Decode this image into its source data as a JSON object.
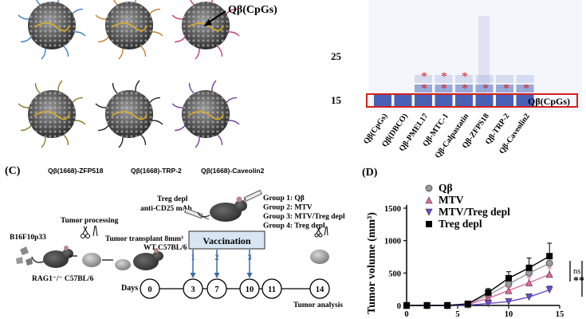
{
  "panel_a": {
    "top_label": "Qβ(CpGs)",
    "particles": [
      {
        "label": "Qβ(1668)-ZFP518",
        "color": "#8a7a2a"
      },
      {
        "label": "Qβ(1668)-TRP-2",
        "color": "#222222"
      },
      {
        "label": "Qβ(1668)-Caveolin2",
        "color": "#7a3a9a"
      }
    ],
    "top_particle_colors": [
      "#3a7fc4",
      "#c87a2a",
      "#c83a6a"
    ]
  },
  "panel_b": {
    "markers": [
      "25",
      "15"
    ],
    "band_label": "Qβ(CpGs)",
    "lanes": [
      "Qβ(CpGs)",
      "Qβ(DBCO)",
      "Qβ-PMEL17",
      "Qβ-MTC-1",
      "Qβ-Calpastatin",
      "Qβ-ZFPS18",
      "Qβ-TRP-2",
      "Qβ-Caveolin2"
    ],
    "star": "*"
  },
  "panel_c": {
    "letter": "(C)",
    "mouse1": "B16F10p33",
    "mouse1_strain": "RAG1⁻/⁻ C57BL/6",
    "processing": "Tumor processing",
    "transplant": "Tumor transplant 8mm³",
    "wt_strain": "WT C57BL/6",
    "treg_title": "Treg depl",
    "treg_sub": "anti-CD25 mAb",
    "groups": [
      "Group 1: Qβ",
      "Group 2: MTV",
      "Group 3: MTV/Treg depl",
      "Group 4: Treg depl"
    ],
    "vaccination": "Vaccination",
    "vax_numbers": [
      "1",
      "2",
      "3"
    ],
    "days_label": "Days",
    "days": [
      "0",
      "3",
      "7",
      "10",
      "11",
      "14"
    ],
    "analysis": "Tumor analysis"
  },
  "panel_d": {
    "letter": "(D)",
    "ns": "ns",
    "sig": "**",
    "chart_data": {
      "type": "line",
      "ylabel": "Tumor volume (mm³)",
      "yticks": [
        "1500",
        "1000",
        "500",
        "0"
      ],
      "xticks": [
        "0",
        "5",
        "10",
        "15"
      ],
      "xlim": [
        0,
        15
      ],
      "ylim": [
        0,
        1500
      ],
      "series": [
        {
          "name": "Qβ",
          "color": "#9a9a9a",
          "marker": "circle",
          "x": [
            0,
            2,
            4,
            6,
            8,
            10,
            12,
            14
          ],
          "y": [
            0,
            0,
            0,
            20,
            160,
            330,
            500,
            650
          ],
          "err": [
            0,
            0,
            0,
            10,
            40,
            70,
            110,
            140
          ]
        },
        {
          "name": "MTV",
          "color": "#e06aa0",
          "marker": "triangle-up",
          "x": [
            0,
            2,
            4,
            6,
            8,
            10,
            12,
            14
          ],
          "y": [
            0,
            0,
            0,
            15,
            110,
            230,
            350,
            480
          ],
          "err": [
            0,
            0,
            0,
            8,
            30,
            50,
            80,
            100
          ]
        },
        {
          "name": "MTV/Treg depl",
          "color": "#6a4ad0",
          "marker": "triangle-down",
          "x": [
            0,
            2,
            4,
            6,
            8,
            10,
            12,
            14
          ],
          "y": [
            0,
            0,
            0,
            5,
            30,
            60,
            130,
            240
          ],
          "err": [
            0,
            0,
            0,
            4,
            15,
            25,
            40,
            60
          ]
        },
        {
          "name": "Treg depl",
          "color": "#000000",
          "marker": "square",
          "x": [
            0,
            2,
            4,
            6,
            8,
            10,
            12,
            14
          ],
          "y": [
            0,
            0,
            0,
            25,
            200,
            420,
            580,
            760
          ],
          "err": [
            0,
            0,
            0,
            12,
            60,
            100,
            150,
            200
          ]
        }
      ]
    }
  }
}
